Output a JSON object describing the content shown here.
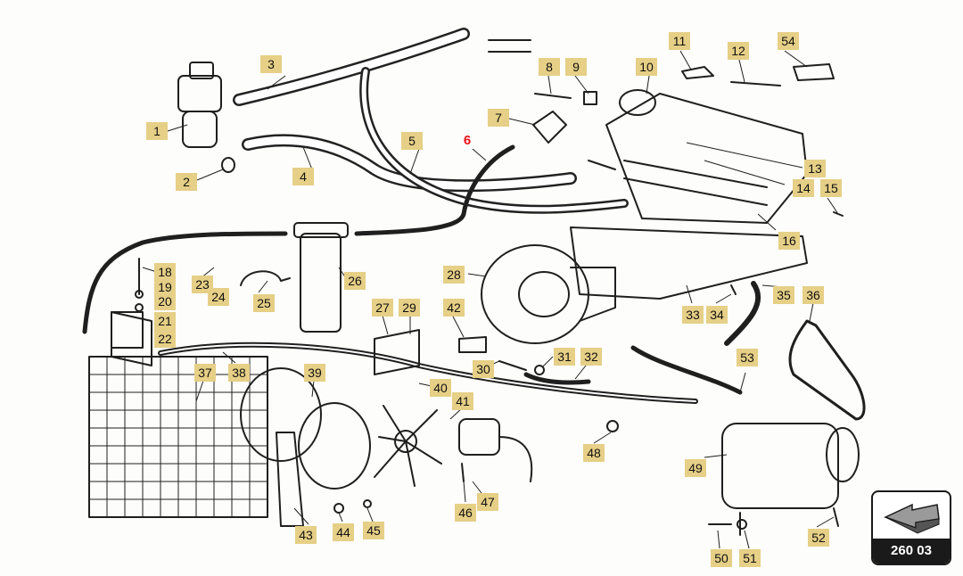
{
  "diagram": {
    "parts": [
      {
        "id": "p1",
        "label": "1"
      },
      {
        "id": "p2",
        "label": "2"
      },
      {
        "id": "p3",
        "label": "3"
      },
      {
        "id": "p4",
        "label": "4"
      },
      {
        "id": "p5",
        "label": "5"
      },
      {
        "id": "p6",
        "label": "6"
      },
      {
        "id": "p7",
        "label": "7"
      },
      {
        "id": "p8",
        "label": "8"
      },
      {
        "id": "p9",
        "label": "9"
      },
      {
        "id": "p10",
        "label": "10"
      },
      {
        "id": "p11",
        "label": "11"
      },
      {
        "id": "p12",
        "label": "12"
      },
      {
        "id": "p13",
        "label": "13"
      },
      {
        "id": "p14",
        "label": "14"
      },
      {
        "id": "p15",
        "label": "15"
      },
      {
        "id": "p16",
        "label": "16"
      },
      {
        "id": "p18",
        "label": "18"
      },
      {
        "id": "p19",
        "label": "19"
      },
      {
        "id": "p20",
        "label": "20"
      },
      {
        "id": "p21",
        "label": "21"
      },
      {
        "id": "p22",
        "label": "22"
      },
      {
        "id": "p23",
        "label": "23"
      },
      {
        "id": "p24",
        "label": "24"
      },
      {
        "id": "p25",
        "label": "25"
      },
      {
        "id": "p26",
        "label": "26"
      },
      {
        "id": "p27",
        "label": "27"
      },
      {
        "id": "p28",
        "label": "28"
      },
      {
        "id": "p29",
        "label": "29"
      },
      {
        "id": "p30",
        "label": "30"
      },
      {
        "id": "p31",
        "label": "31"
      },
      {
        "id": "p32",
        "label": "32"
      },
      {
        "id": "p33",
        "label": "33"
      },
      {
        "id": "p34",
        "label": "34"
      },
      {
        "id": "p35",
        "label": "35"
      },
      {
        "id": "p36",
        "label": "36"
      },
      {
        "id": "p37",
        "label": "37"
      },
      {
        "id": "p38",
        "label": "38"
      },
      {
        "id": "p39",
        "label": "39"
      },
      {
        "id": "p40",
        "label": "40"
      },
      {
        "id": "p41",
        "label": "41"
      },
      {
        "id": "p42",
        "label": "42"
      },
      {
        "id": "p43",
        "label": "43"
      },
      {
        "id": "p44",
        "label": "44"
      },
      {
        "id": "p45",
        "label": "45"
      },
      {
        "id": "p46",
        "label": "46"
      },
      {
        "id": "p47",
        "label": "47"
      },
      {
        "id": "p48",
        "label": "48"
      },
      {
        "id": "p49",
        "label": "49"
      },
      {
        "id": "p50",
        "label": "50"
      },
      {
        "id": "p51",
        "label": "51"
      },
      {
        "id": "p52",
        "label": "52"
      },
      {
        "id": "p53",
        "label": "53"
      },
      {
        "id": "p54",
        "label": "54"
      }
    ],
    "highlight_color": "#e8121b",
    "callout_color": "#e6cf86"
  },
  "reference_card": {
    "code": "260 03"
  }
}
